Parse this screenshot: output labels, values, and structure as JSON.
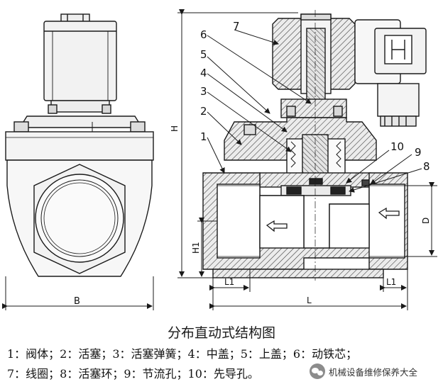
{
  "title": "分布直动式结构图",
  "legend": {
    "line1": "1：阀体；2：活塞；3：活塞弹簧；4：中盖；5：上盖；6：动铁芯；",
    "line2": "7：线圈；8：活塞环；9：节流孔；10：先导孔。"
  },
  "callouts": [
    "1",
    "2",
    "3",
    "4",
    "5",
    "6",
    "7",
    "8",
    "9",
    "10"
  ],
  "dimensions": {
    "H": "H",
    "H1": "H1",
    "B": "B",
    "L": "L",
    "L1_left": "L1",
    "L1_right": "L1",
    "D": "D"
  },
  "watermark": "机械设备维修保养大全",
  "colors": {
    "line": "#1a1a1a",
    "hatch": "#333333",
    "background": "#ffffff"
  }
}
